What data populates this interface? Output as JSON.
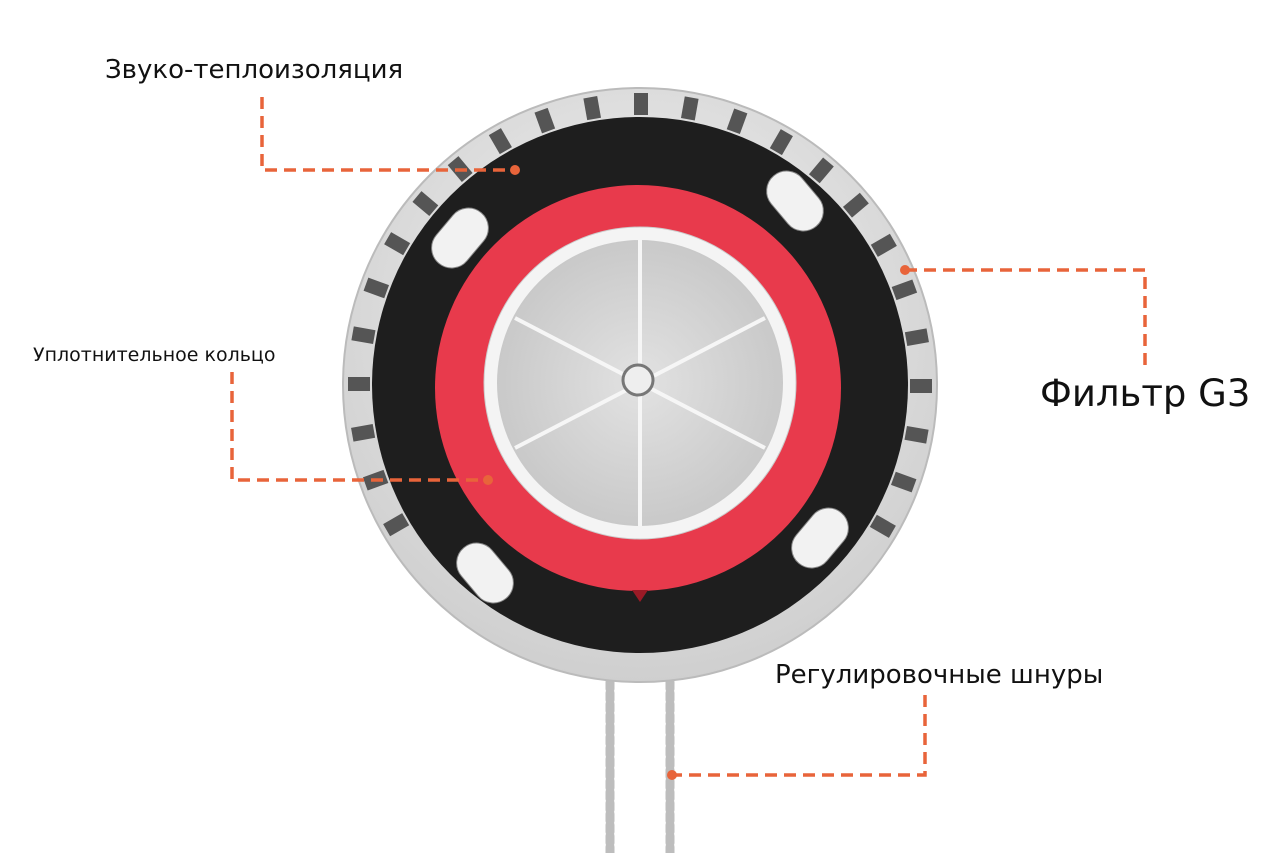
{
  "labels": {
    "insulation": "Звуко-теплоизоляция",
    "seal_ring": "Уплотнительное кольцо",
    "filter": "Фильтр G3",
    "cords": "Регулировочные шнуры"
  },
  "colors": {
    "leader": "#e8643a",
    "red_disc": "#e83a4c",
    "black_ring": "#1e1e1e",
    "housing": "#e8e8e8"
  }
}
